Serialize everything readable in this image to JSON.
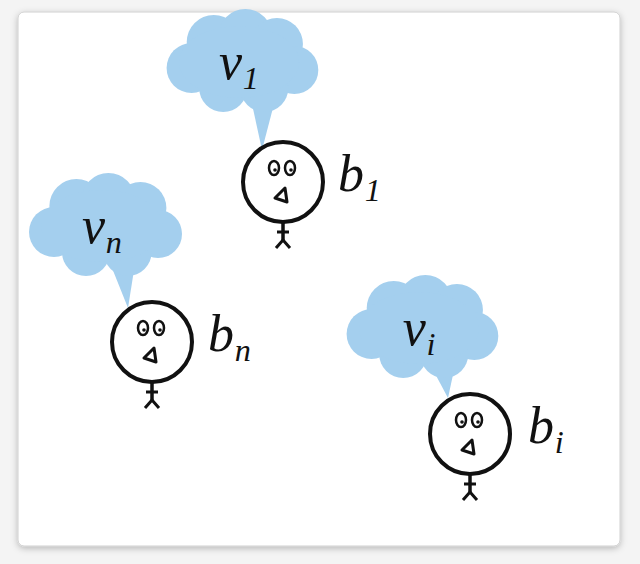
{
  "diagram": {
    "nodes": [
      {
        "text": [
          "v1"
        ]
      },
      {
        "text": [
          "vn"
        ]
      },
      {
        "text": [
          "vi"
        ]
      }
    ],
    "labels": [
      "b1",
      "bn",
      "bi"
    ]
  }
}
